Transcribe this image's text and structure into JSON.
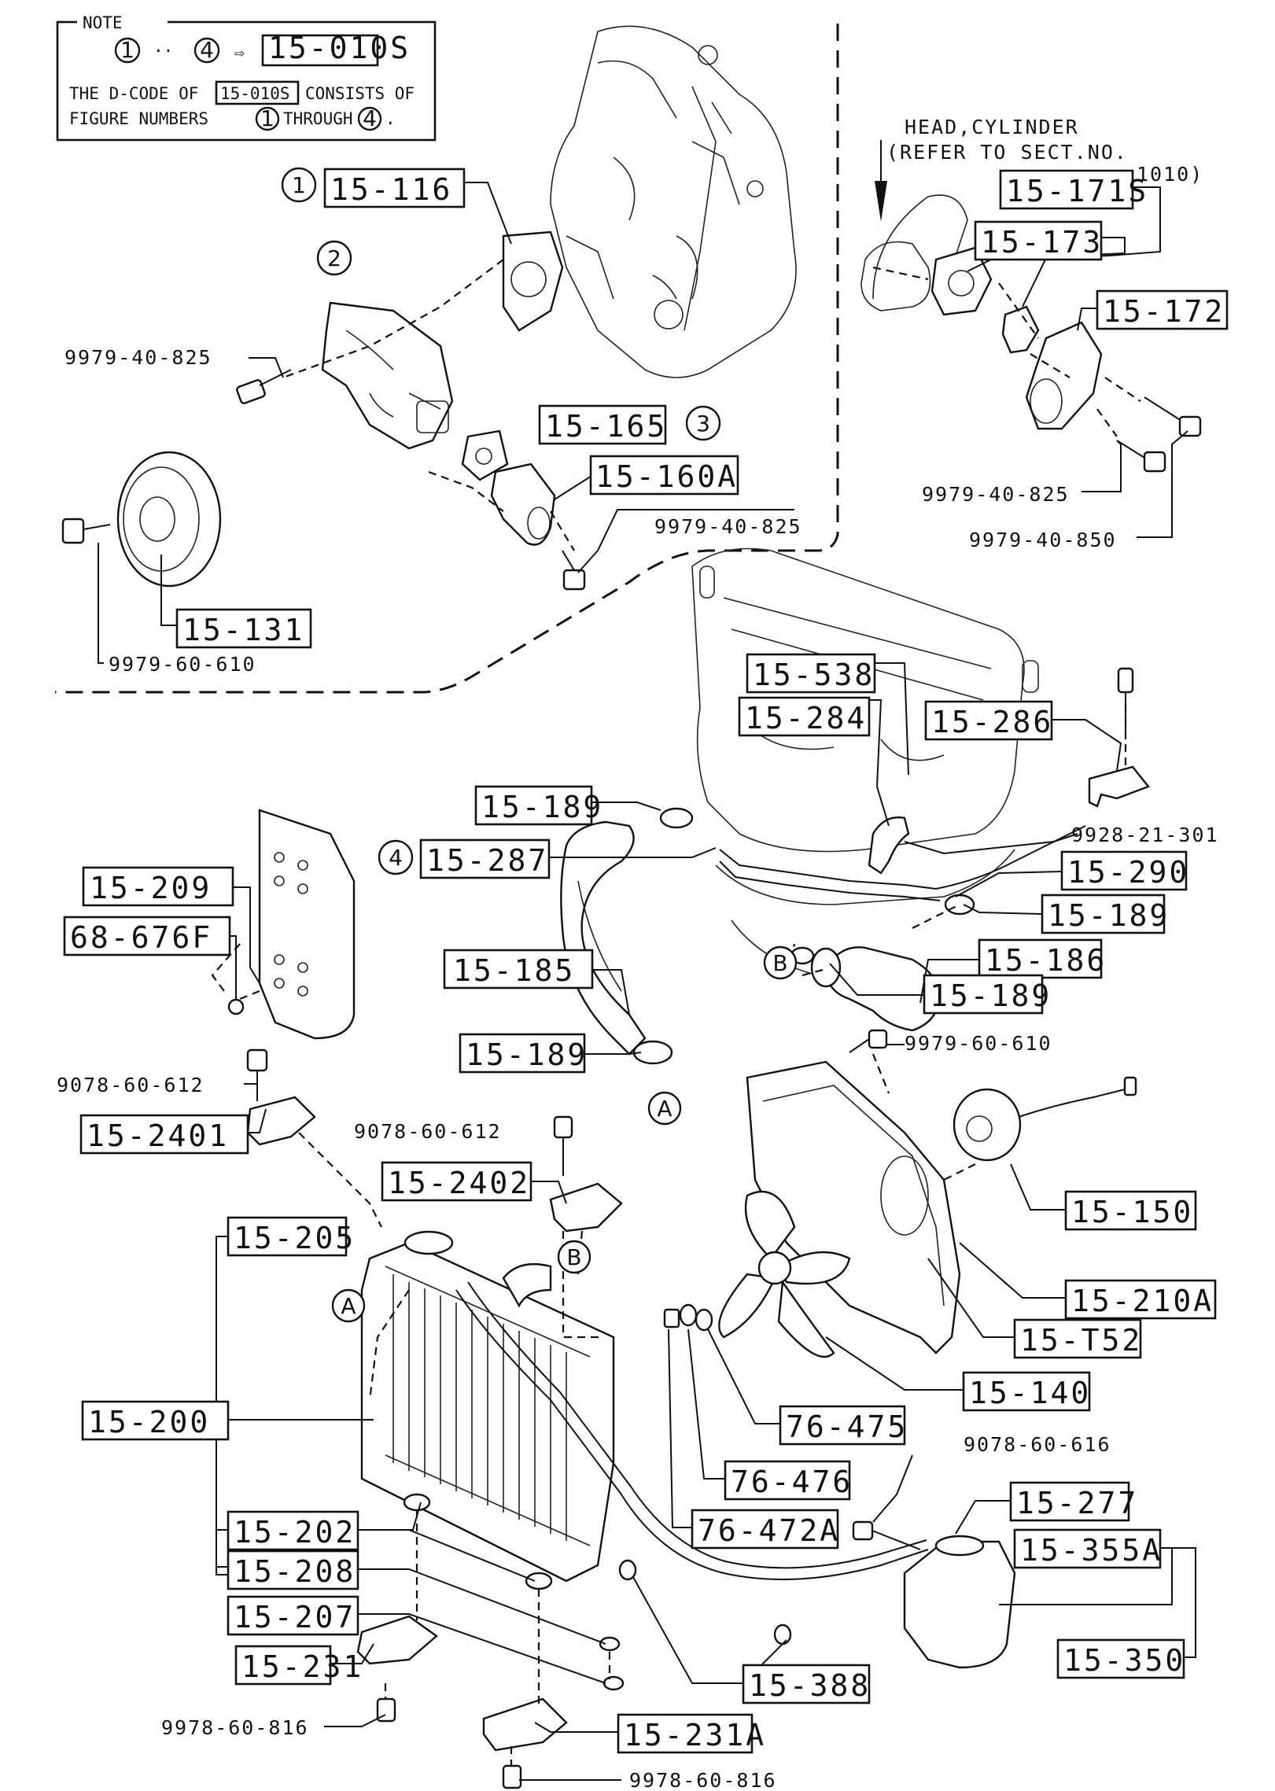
{
  "note": {
    "title": "NOTE",
    "range_from": "1",
    "range_sep": "··",
    "range_to": "4",
    "arrow": "⇨",
    "dcode": "15-010S",
    "line1_pre": "THE D-CODE OF",
    "line1_post": "CONSISTS OF",
    "line2_pre": "FIGURE NUMBERS",
    "line2_mid": "THROUGH",
    "line2_end": "."
  },
  "refer_note": {
    "line1": "HEAD,CYLINDER",
    "line2": "(REFER TO SECT.NO.",
    "line3": "1010)"
  },
  "figure_markers": {
    "fig1": "1",
    "fig2": "2",
    "fig3": "3",
    "fig4": "4",
    "a_radiator": "A",
    "a_hose": "A",
    "b_bracket": "B",
    "b_hose": "B"
  },
  "callouts": {
    "c_15_116": "15-116",
    "c_15_165": "15-165",
    "c_15_160a": "15-160A",
    "c_15_131": "15-131",
    "c_15_171s": "15-171S",
    "c_15_173": "15-173",
    "c_15_172": "15-172",
    "c_15_538": "15-538",
    "c_15_284": "15-284",
    "c_15_286": "15-286",
    "c_15_189_a": "15-189",
    "c_15_287": "15-287",
    "c_15_290": "15-290",
    "c_15_189_b": "15-189",
    "c_15_186": "15-186",
    "c_15_189_c": "15-189",
    "c_15_185": "15-185",
    "c_15_189_d": "15-189",
    "c_15_209": "15-209",
    "c_68_676f": "68-676F",
    "c_15_2401": "15-2401",
    "c_15_2402": "15-2402",
    "c_15_205": "15-205",
    "c_15_200": "15-200",
    "c_15_202": "15-202",
    "c_15_208": "15-208",
    "c_15_207": "15-207",
    "c_15_231": "15-231",
    "c_15_231a": "15-231A",
    "c_15_150": "15-150",
    "c_15_210a": "15-210A",
    "c_15_t52": "15-T52",
    "c_15_140": "15-140",
    "c_76_475": "76-475",
    "c_76_476": "76-476",
    "c_76_472a": "76-472A",
    "c_15_277": "15-277",
    "c_15_355a": "15-355A",
    "c_15_350": "15-350",
    "c_15_388": "15-388"
  },
  "part_numbers": {
    "p_9979_40_825_a": "9979-40-825",
    "p_9979_40_825_b": "9979-40-825",
    "p_9979_40_825_c": "9979-40-825",
    "p_9979_40_850": "9979-40-850",
    "p_9979_60_610_a": "9979-60-610",
    "p_9979_60_610_b": "9979-60-610",
    "p_9928_21_301": "9928-21-301",
    "p_9078_60_612_a": "9078-60-612",
    "p_9078_60_612_b": "9078-60-612",
    "p_9078_60_616": "9078-60-616",
    "p_9978_60_816_a": "9978-60-816",
    "p_9978_60_816_b": "9978-60-816"
  }
}
